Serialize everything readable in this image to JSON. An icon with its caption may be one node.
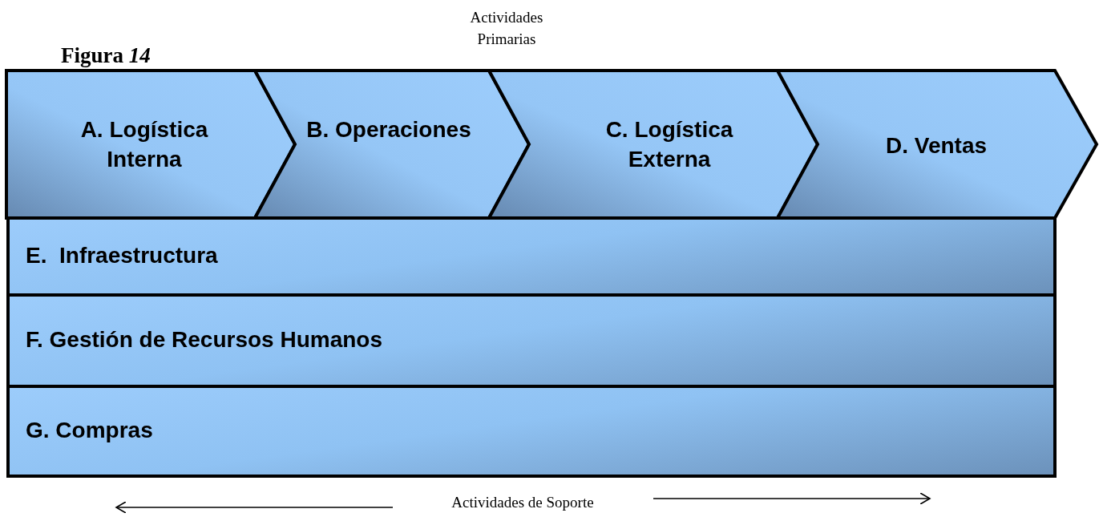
{
  "diagram": {
    "title": "Figura *14*",
    "nodes": [
      {
        "text": [
          "A. Logística Interna"
        ]
      },
      {
        "text": [
          "B. Operaciones"
        ]
      },
      {
        "text": [
          "C. Logística Externa"
        ]
      },
      {
        "text": [
          "D. Ventas"
        ]
      },
      {
        "text": [
          "E.  Infraestructura"
        ]
      },
      {
        "text": [
          "F. Gestión de Recursos Humanos"
        ]
      },
      {
        "text": [
          "G. Compras"
        ]
      }
    ],
    "labels": [
      "Actividades Primarias",
      "Actividades de Soporte"
    ]
  }
}
